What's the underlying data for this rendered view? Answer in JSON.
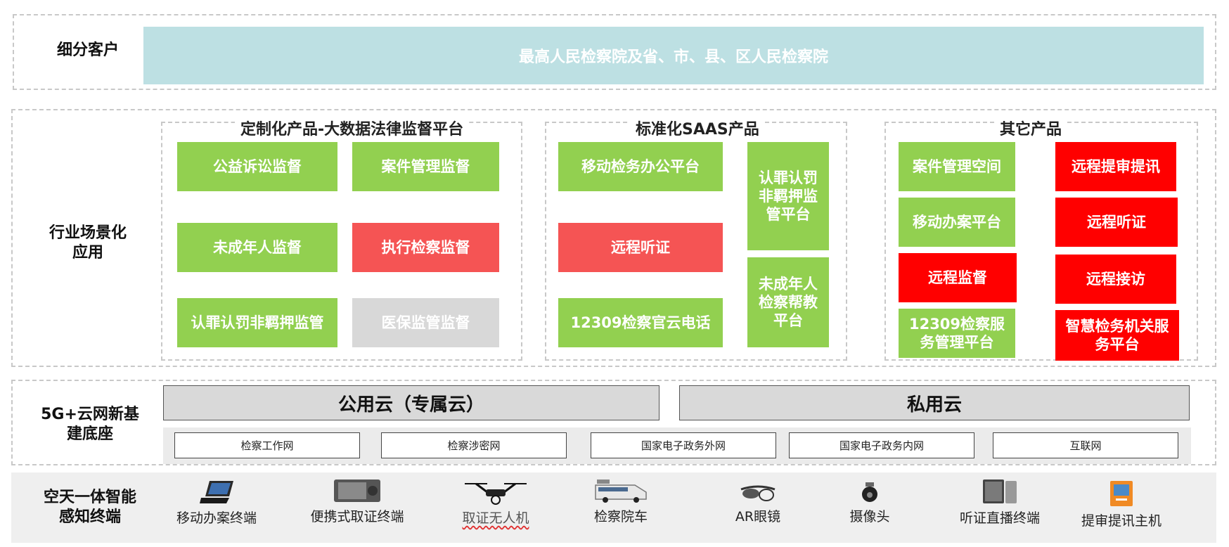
{
  "customers": {
    "label": "细分客户",
    "banner": "最高人民检察院及省、市、县、区人民检察院"
  },
  "industry": {
    "label_line1": "行业场景化",
    "label_line2": "应用",
    "custom": {
      "title": "定制化产品-大数据法律监督平台",
      "items": [
        "公益诉讼监督",
        "案件管理监督",
        "未成年人监督",
        "执行检察监督",
        "认罪认罚非羁押监管",
        "医保监管监督"
      ]
    },
    "saas": {
      "title": "标准化SAAS产品",
      "items": [
        "移动检务办公平台",
        "远程听证",
        "12309检察官云电话",
        "认罪认罚非羁押监管平台",
        "未成年人检察帮教平台"
      ]
    },
    "other": {
      "title": "其它产品",
      "items": [
        "案件管理空间",
        "移动办案平台",
        "远程监督",
        "12309检察服务管理平台",
        "远程提审提讯",
        "远程听证",
        "远程接访",
        "智慧检务机关服务平台"
      ]
    }
  },
  "base": {
    "label_line1": "5G+云网新基",
    "label_line2": "建底座",
    "public_cloud": "公用云（专属云）",
    "private_cloud": "私用云",
    "networks": [
      "检察工作网",
      "检察涉密网",
      "国家电子政务外网",
      "国家电子政务内网",
      "互联网"
    ]
  },
  "terminals": {
    "label_line1": "空天一体智能",
    "label_line2": "感知终端",
    "items": [
      "移动办案终端",
      "便携式取证终端",
      "取证无人机",
      "检察院车",
      "AR眼镜",
      "摄像头",
      "听证直播终端",
      "提审提讯主机"
    ]
  },
  "colors": {
    "green": "#92d050",
    "red_light": "#f55454",
    "red": "#ff0000",
    "gray": "#d8d8d8",
    "banner": "#bde0e3"
  }
}
